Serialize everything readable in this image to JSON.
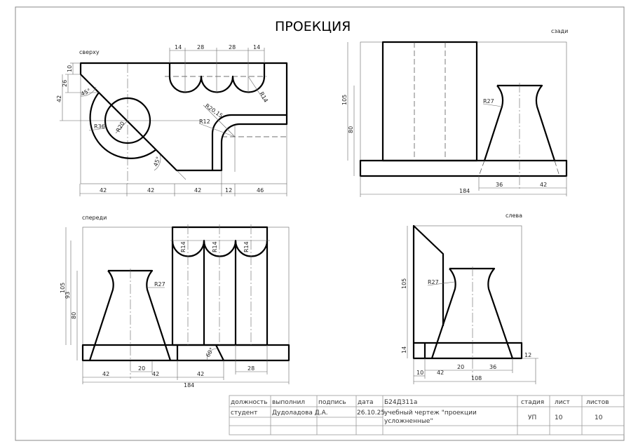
{
  "title": "ПРОЕКЦИЯ",
  "views": {
    "top": {
      "label": "сверху",
      "dims": [
        "14",
        "28",
        "28",
        "14",
        "10",
        "26",
        "42",
        "45°",
        "45°",
        "R36",
        "R20",
        "R20,15",
        "R12",
        "R14",
        "42",
        "42",
        "42",
        "12",
        "46"
      ]
    },
    "back": {
      "label": "сзади",
      "dims": [
        "105",
        "80",
        "R27",
        "36",
        "42",
        "184"
      ]
    },
    "front": {
      "label": "спереди",
      "dims": [
        "105",
        "93",
        "80",
        "R14",
        "R14",
        "R14",
        "R27",
        "60°",
        "42",
        "20",
        "42",
        "42",
        "28",
        "184"
      ]
    },
    "left": {
      "label": "слева",
      "dims": [
        "105",
        "14",
        "R27",
        "10",
        "42",
        "20",
        "36",
        "108",
        "12"
      ]
    }
  },
  "title_block": {
    "headers": [
      "должность",
      "выполнил",
      "подпись",
      "дата",
      "Б24Д311а",
      "стадия",
      "лист",
      "листов"
    ],
    "role": "студент",
    "author": "Дудоладова Д.А.",
    "date": "26.10.25",
    "description_line1": "учебный чертеж \"проекции",
    "description_line2": "усложненные\"",
    "stage": "УП",
    "sheet": "10",
    "sheets": "10"
  }
}
